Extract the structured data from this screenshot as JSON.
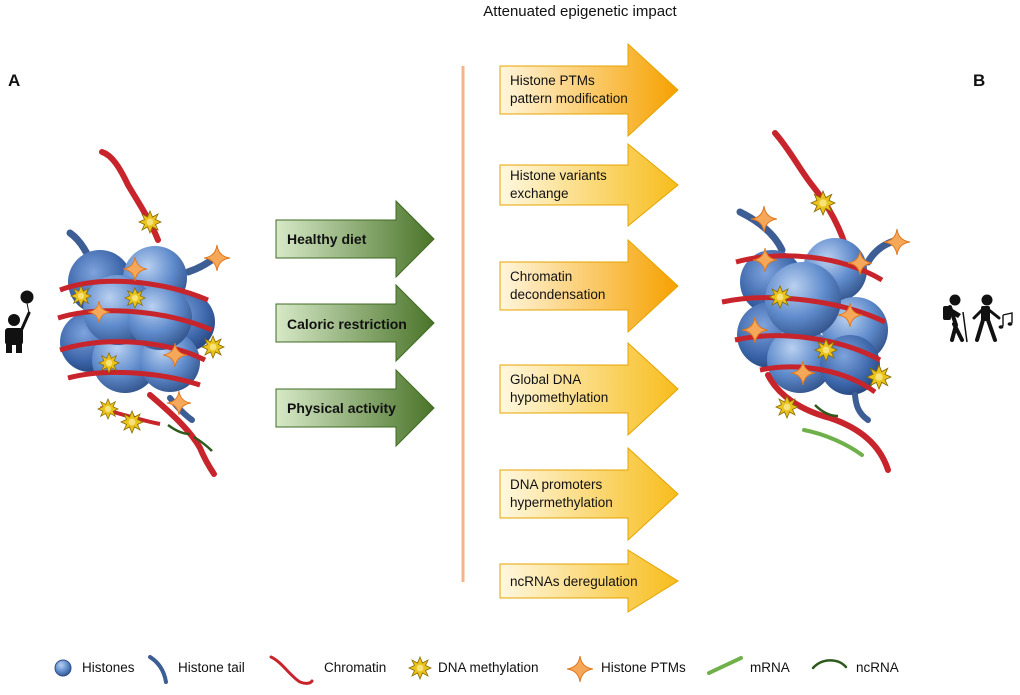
{
  "header": {
    "title": "Attenuated epigenetic impact"
  },
  "panels": {
    "a_label": "A",
    "b_label": "B"
  },
  "interventions": [
    {
      "label": "Healthy diet"
    },
    {
      "label": "Caloric restriction"
    },
    {
      "label": "Physical activity"
    }
  ],
  "effects": [
    {
      "line1": "Histone PTMs",
      "line2": "pattern modification"
    },
    {
      "line1": "Histone variants",
      "line2": "exchange"
    },
    {
      "line1": "Chromatin",
      "line2": "decondensation"
    },
    {
      "line1": "Global DNA",
      "line2": "hypomethylation"
    },
    {
      "line1": "DNA promoters",
      "line2": "hypermethylation"
    },
    {
      "line1": "ncRNAs deregulation",
      "line2": ""
    }
  ],
  "legend": {
    "histones": "Histones",
    "histone_tail": "Histone tail",
    "chromatin": "Chromatin",
    "dna_methylation": "DNA methylation",
    "histone_ptms": "Histone PTMs",
    "mrna": "mRNA",
    "ncrna": "ncRNA"
  },
  "colors": {
    "green_arrow_light": "#cfe3bf",
    "green_arrow_dark": "#4f7a2e",
    "orange_arrow_light": "#fff4d6",
    "orange_arrow_dark": "#f7a000",
    "histone": "#5b87c9",
    "chromatin": "#c8242c",
    "divider": "#f2b48f",
    "mrna": "#6fb04a",
    "ncrna": "#2f5a1c",
    "ptm": "#f08a24",
    "methylation": "#e8c020"
  },
  "icons": {
    "child": "child-with-balloon-icon",
    "hikers": "hiking-people-icon"
  }
}
